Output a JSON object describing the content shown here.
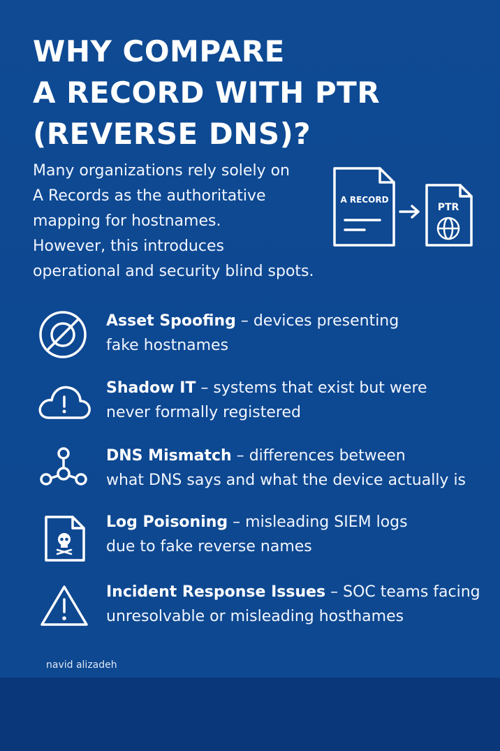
{
  "title": {
    "line1": "WHY COMPARE",
    "line2": "A RECORD WITH PTR",
    "line3": "(REVERSE DNS)?"
  },
  "intro": {
    "line1": "Many organizations rely solely on",
    "line2": "A Records as the authoritative",
    "line3": "mapping for hostnames.",
    "line4": "However, this introduces",
    "line5": "operational and security blind spots."
  },
  "graphic": {
    "left_doc_label": "A RECORD",
    "right_doc_label": "PTR",
    "icons": [
      "document-icon",
      "arrow-right-icon",
      "globe-icon"
    ]
  },
  "items": [
    {
      "icon": "prohibited-icon",
      "term": "Asset Spoofing",
      "line1": " – devices presenting",
      "line2": "fake hostnames"
    },
    {
      "icon": "cloud-alert-icon",
      "term": "Shadow IT",
      "line1": " – systems that exist but were",
      "line2": "never formally registered"
    },
    {
      "icon": "network-nodes-icon",
      "term": "DNS Mismatch",
      "line1": " – differences between",
      "line2": "what DNS says and what the device actually is"
    },
    {
      "icon": "file-skull-icon",
      "term": "Log Poisoning",
      "line1": " – misleading SIEM logs",
      "line2": "due to fake reverse names"
    },
    {
      "icon": "warning-triangle-icon",
      "term": "Incident Response Issues",
      "line1": " – SOC teams facing",
      "line2": "unresolvable or misleading hosthames"
    }
  ],
  "author": "navid alizadeh",
  "colors": {
    "background": "#0f4a93",
    "footer_band": "#0a377a",
    "text": "#ffffff"
  }
}
